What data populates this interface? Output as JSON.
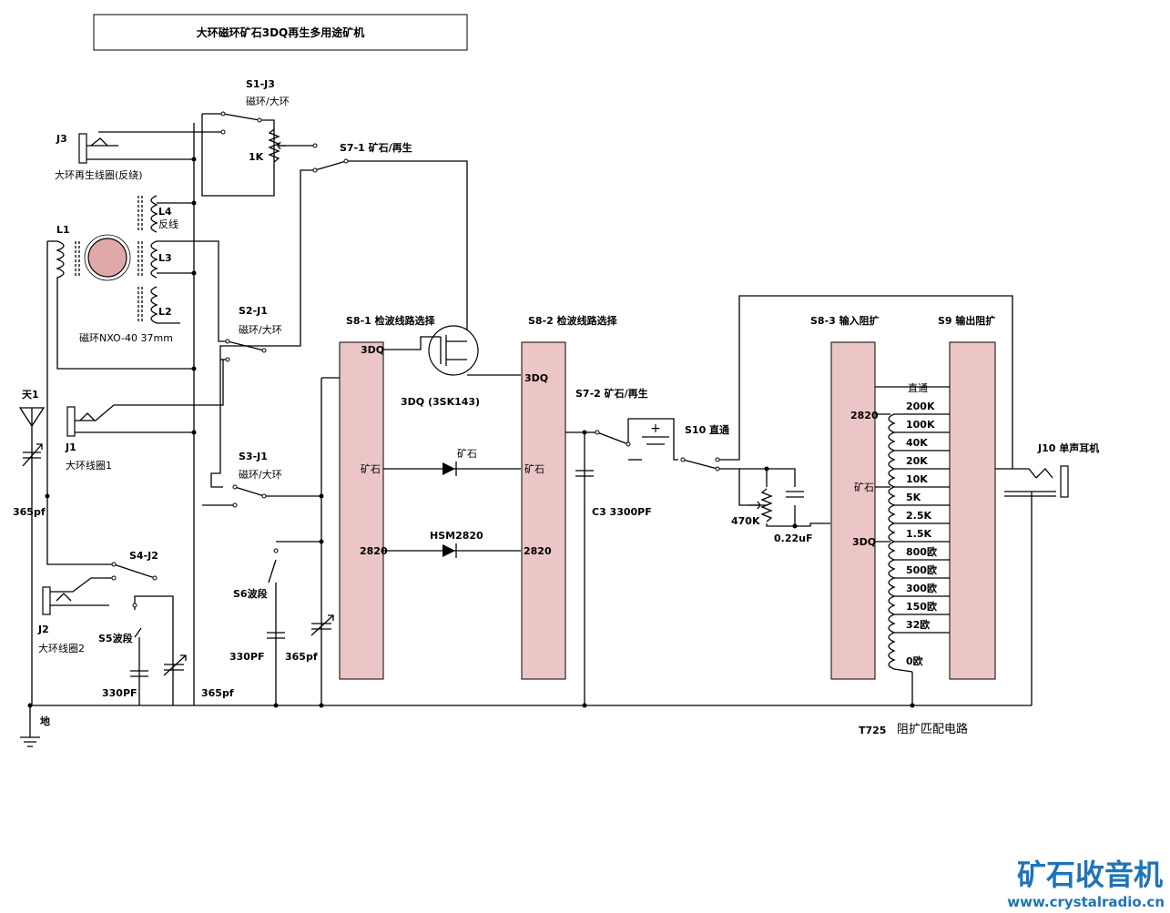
{
  "title": "大环磁环矿石3DQ再生多用途矿机",
  "switches": {
    "s1": "S1-J3",
    "s1_sub": "磁环/大环",
    "s2": "S2-J1",
    "s2_sub": "磁环/大环",
    "s3": "S3-J1",
    "s3_sub": "磁环/大环",
    "s4": "S4-J2",
    "s5": "S5波段",
    "s6": "S6波段",
    "s7_1": "S7-1  矿石/再生",
    "s7_2": "S7-2  矿石/再生",
    "s8_1": "S8-1 检波线路选择",
    "s8_2": "S8-2 检波线路选择",
    "s8_3": "S8-3 输入阻扩",
    "s9": "S9 输出阻扩",
    "s10": "S10 直通"
  },
  "jacks": {
    "j1": "J1",
    "j1_sub": "大环线圈1",
    "j2": "J2",
    "j2_sub": "大环线圈2",
    "j3": "J3",
    "j3_sub": "大环再生线圈(反绕)",
    "j10": "J10 单声耳机"
  },
  "coils": {
    "l1": "L1",
    "l2": "L2",
    "l3": "L3",
    "l4": "L4",
    "l4_sub": "反线",
    "core": "磁环NXO-40 37mm"
  },
  "components": {
    "antenna": "天1",
    "ground": "地",
    "pot_1k": "1K",
    "pot_470k": "470K",
    "cap_022": "0.22uF",
    "c3": "C3 3300PF",
    "var_365_a": "365pf",
    "var_365_b": "365pf",
    "var_365_c": "365pf",
    "cap_330_a": "330PF",
    "cap_330_b": "330PF",
    "mosfet": "3DQ (3SK143)",
    "diode_crystal": "矿石",
    "diode_hsm": "HSM2820",
    "transformer": "T725",
    "transformer_sub": "阻扩匹配电路"
  },
  "s8_1_pins": [
    "3DQ",
    "矿石",
    "2820"
  ],
  "s8_2_pins": [
    "3DQ",
    "矿石",
    "2820"
  ],
  "s8_3_pins": [
    "2820",
    "矿石",
    "3DQ"
  ],
  "s9_taps": [
    "直通",
    "200K",
    "100K",
    "40K",
    "20K",
    "10K",
    "5K",
    "2.5K",
    "1.5K",
    "800欧",
    "500欧",
    "300欧",
    "150欧",
    "32欧",
    "0欧"
  ],
  "watermark": {
    "name": "矿石收音机",
    "url": "www.crystalradio.cn",
    "color": "#1f74b8"
  }
}
